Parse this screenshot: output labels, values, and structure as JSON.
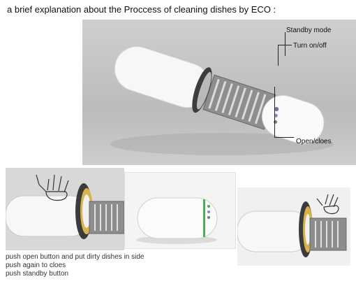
{
  "title": "a brief explanation about the Proccess of cleaning dishes by ECO :",
  "callouts": {
    "standby": "Standby mode",
    "turn_on_off": "Turn on/off",
    "open_close": "Open/cloes"
  },
  "instructions": [
    "push open button and put dirty dishes in side",
    "push again to cloes",
    "push standby button"
  ],
  "colors": {
    "accent_green": "#4caf50",
    "button_purple": "#9b7bd0",
    "disc_gold": "#d8b24a"
  },
  "icons": {
    "hand_left": "hand-icon",
    "hand_right": "hand-icon"
  }
}
